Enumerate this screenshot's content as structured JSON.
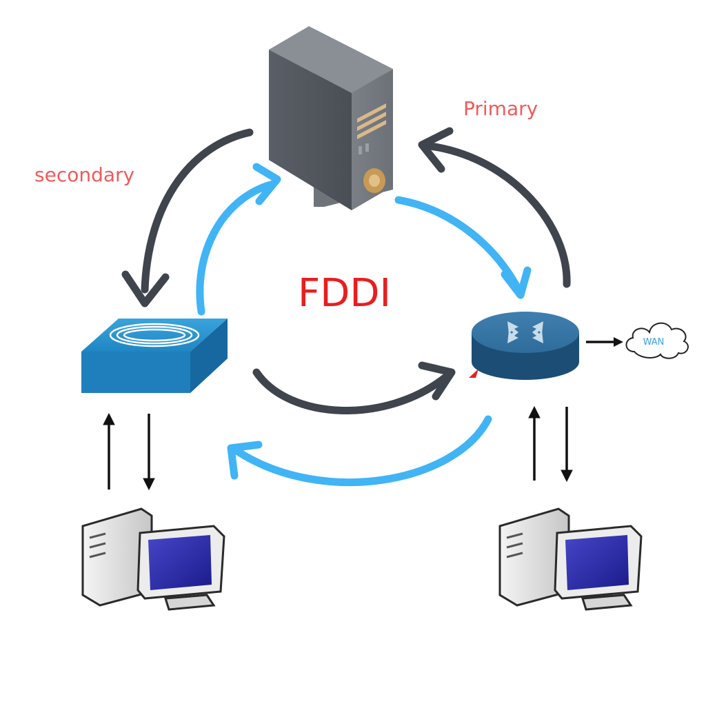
{
  "labels": {
    "center": "FDDI",
    "primary": "Primary",
    "secondary": "secondary",
    "wan": "WAN"
  },
  "colors": {
    "primary_ring": "#3f444d",
    "secondary_ring": "#40b4f5",
    "label_ring_names": "#f05a5a",
    "label_center": "#e81e1e",
    "wan_text": "#3aa0e0"
  },
  "nodes": [
    {
      "id": "server",
      "icon": "server-tower-icon"
    },
    {
      "id": "concentrator",
      "icon": "fddi-concentrator-icon"
    },
    {
      "id": "router",
      "icon": "router-icon"
    },
    {
      "id": "wan",
      "icon": "cloud-icon"
    },
    {
      "id": "workstation-left",
      "icon": "desktop-computer-icon"
    },
    {
      "id": "workstation-right",
      "icon": "desktop-computer-icon"
    }
  ]
}
